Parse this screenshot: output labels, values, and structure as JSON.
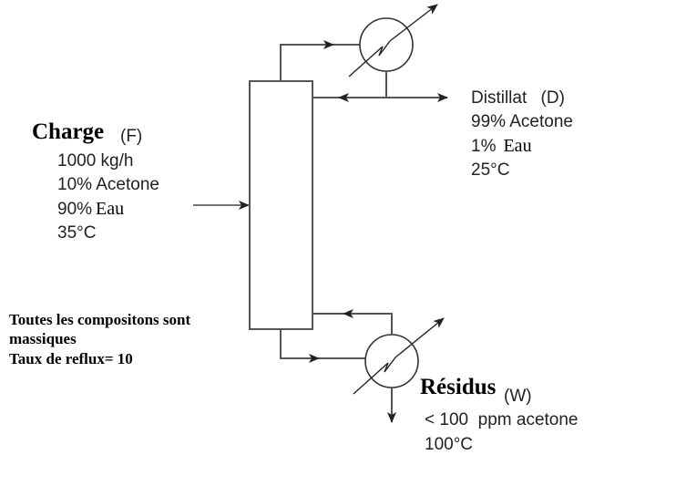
{
  "colors": {
    "line": "#555555",
    "arrow": "#222222",
    "text": "#222222"
  },
  "feed": {
    "title": "Charge",
    "symbol": "(F)",
    "flow": "1000 kg/h",
    "acetone": "10% Acetone",
    "water_pct": "90%",
    "water_name": "Eau",
    "temperature": "35°C"
  },
  "distillate": {
    "title": "Distillat",
    "symbol": "(D)",
    "acetone": "99% Acetone",
    "water_pct": "1%",
    "water_name": "Eau",
    "temperature": "25°C"
  },
  "residue": {
    "title": "Résidus",
    "symbol": "(W)",
    "spec": "< 100  ppm acetone",
    "temperature": "100°C"
  },
  "notes": {
    "line1": "Toutes les compositons sont",
    "line2": "massiques",
    "line3": "Taux de reflux= 10"
  },
  "equipment": {
    "column": "distillation-column",
    "condenser": "condenser",
    "reboiler": "reboiler"
  }
}
